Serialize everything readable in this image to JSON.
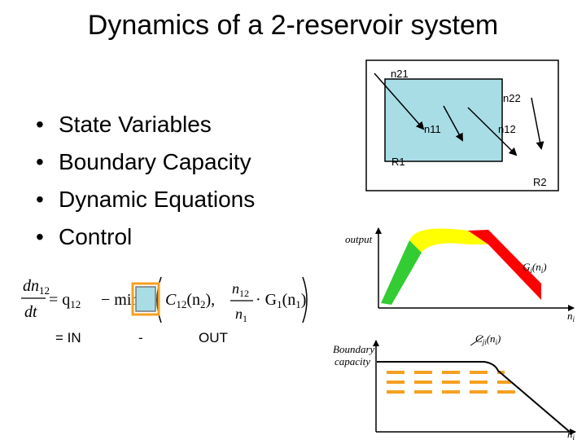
{
  "title": "Dynamics of a 2-reservoir system",
  "bullets": [
    "State Variables",
    "Boundary Capacity",
    "Dynamic Equations",
    "Control"
  ],
  "reservoir_diagram": {
    "labels": {
      "n21": "n21",
      "n22": "n22",
      "n11": "n11",
      "n12": "n12",
      "r1": "R1",
      "r2": "R2"
    },
    "colors": {
      "r1_fill": "#a8dde6"
    }
  },
  "equation": {
    "lhs_num": "dn",
    "lhs_num_sub": "12",
    "lhs_den": "dt",
    "eq_q": "= q",
    "eq_q_sub": "12",
    "minus_min": "− min",
    "c_term": "C",
    "c_sub": "12",
    "c_arg": "(n",
    "c_arg_sub": "2",
    "c_arg_close": "),",
    "frac_num": "n",
    "frac_num_sub": "12",
    "frac_den": "n",
    "frac_den_sub": "1",
    "g_term": "· G",
    "g_sub": "1",
    "g_arg": "(n",
    "g_arg_sub": "1",
    "g_arg_close": ")",
    "labels": {
      "in": "= IN",
      "minus": "-",
      "out": "OUT"
    }
  },
  "output_chart": {
    "ylabel": "output",
    "curve_label": "G",
    "curve_label_sub": "i",
    "curve_label_arg": "(n",
    "curve_label_arg_sub": "i",
    "curve_label_close": ")",
    "xlabel": "n",
    "xlabel_sub": "i",
    "colors": {
      "rising": "#33cc33",
      "peak": "#ffff00",
      "falling": "#ff0000"
    }
  },
  "capacity_chart": {
    "ylabel_line1": "Boundary",
    "ylabel_line2": "capacity",
    "curve_label": "C",
    "curve_label_sub": "ji",
    "curve_label_arg": "(n",
    "curve_label_arg_sub": "i",
    "curve_label_close": ")",
    "xlabel": "n",
    "xlabel_sub": "i",
    "colors": {
      "dashes": "#f5a020",
      "curve": "#000000"
    }
  }
}
